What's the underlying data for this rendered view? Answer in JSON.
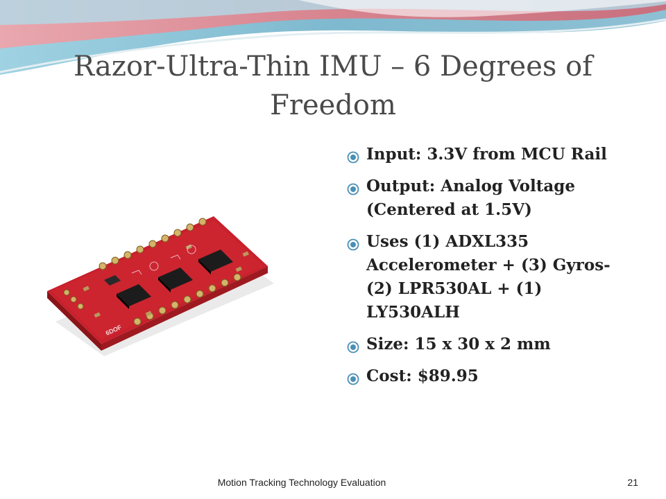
{
  "slide": {
    "title": "Razor-Ultra-Thin IMU – 6 Degrees of Freedom",
    "bullets": [
      "Input: 3.3V from MCU Rail",
      "Output: Analog Voltage (Centered at 1.5V)",
      "Uses (1) ADXL335 Accelerometer + (3) Gyros-(2) LPR530AL + (1) LY530ALH",
      "Size: 15 x 30 x 2 mm",
      "Cost: $89.95"
    ],
    "board_silkscreen": "6DOF"
  },
  "footer": {
    "text": "Motion Tracking Technology Evaluation",
    "page_number": "21"
  },
  "colors": {
    "title_text": "#4a4a4a",
    "bullet_mark": "#4a8fb5",
    "board_red": "#c8202c",
    "wave_teal": "#8fc6d8",
    "wave_pink": "#d98a96"
  }
}
